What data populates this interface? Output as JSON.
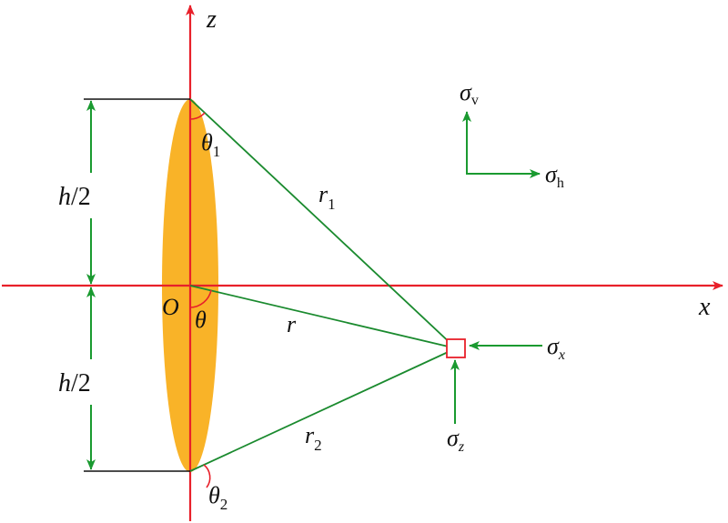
{
  "labels": {
    "z_axis": "z",
    "x_axis": "x",
    "origin": "O",
    "theta": "θ",
    "theta1_base": "θ",
    "theta1_sub": "1",
    "theta2_base": "θ",
    "theta2_sub": "2",
    "r": "r",
    "r1_base": "r",
    "r1_sub": "1",
    "r2_base": "r",
    "r2_sub": "2",
    "h_half_top_var": "h",
    "h_half_top_rest": "/2",
    "h_half_bottom_var": "h",
    "h_half_bottom_rest": "/2",
    "sigma_v_base": "σ",
    "sigma_v_sub": "v",
    "sigma_h_base": "σ",
    "sigma_h_sub": "h",
    "sigma_x_base": "σ",
    "sigma_x_sub": "x",
    "sigma_z_base": "σ",
    "sigma_z_sub": "z"
  },
  "colors": {
    "axis": "#e8202a",
    "ellipse": "#f9b328",
    "lines": "#1a8a2e",
    "dimension": "#1a9a30",
    "black": "#111111"
  }
}
